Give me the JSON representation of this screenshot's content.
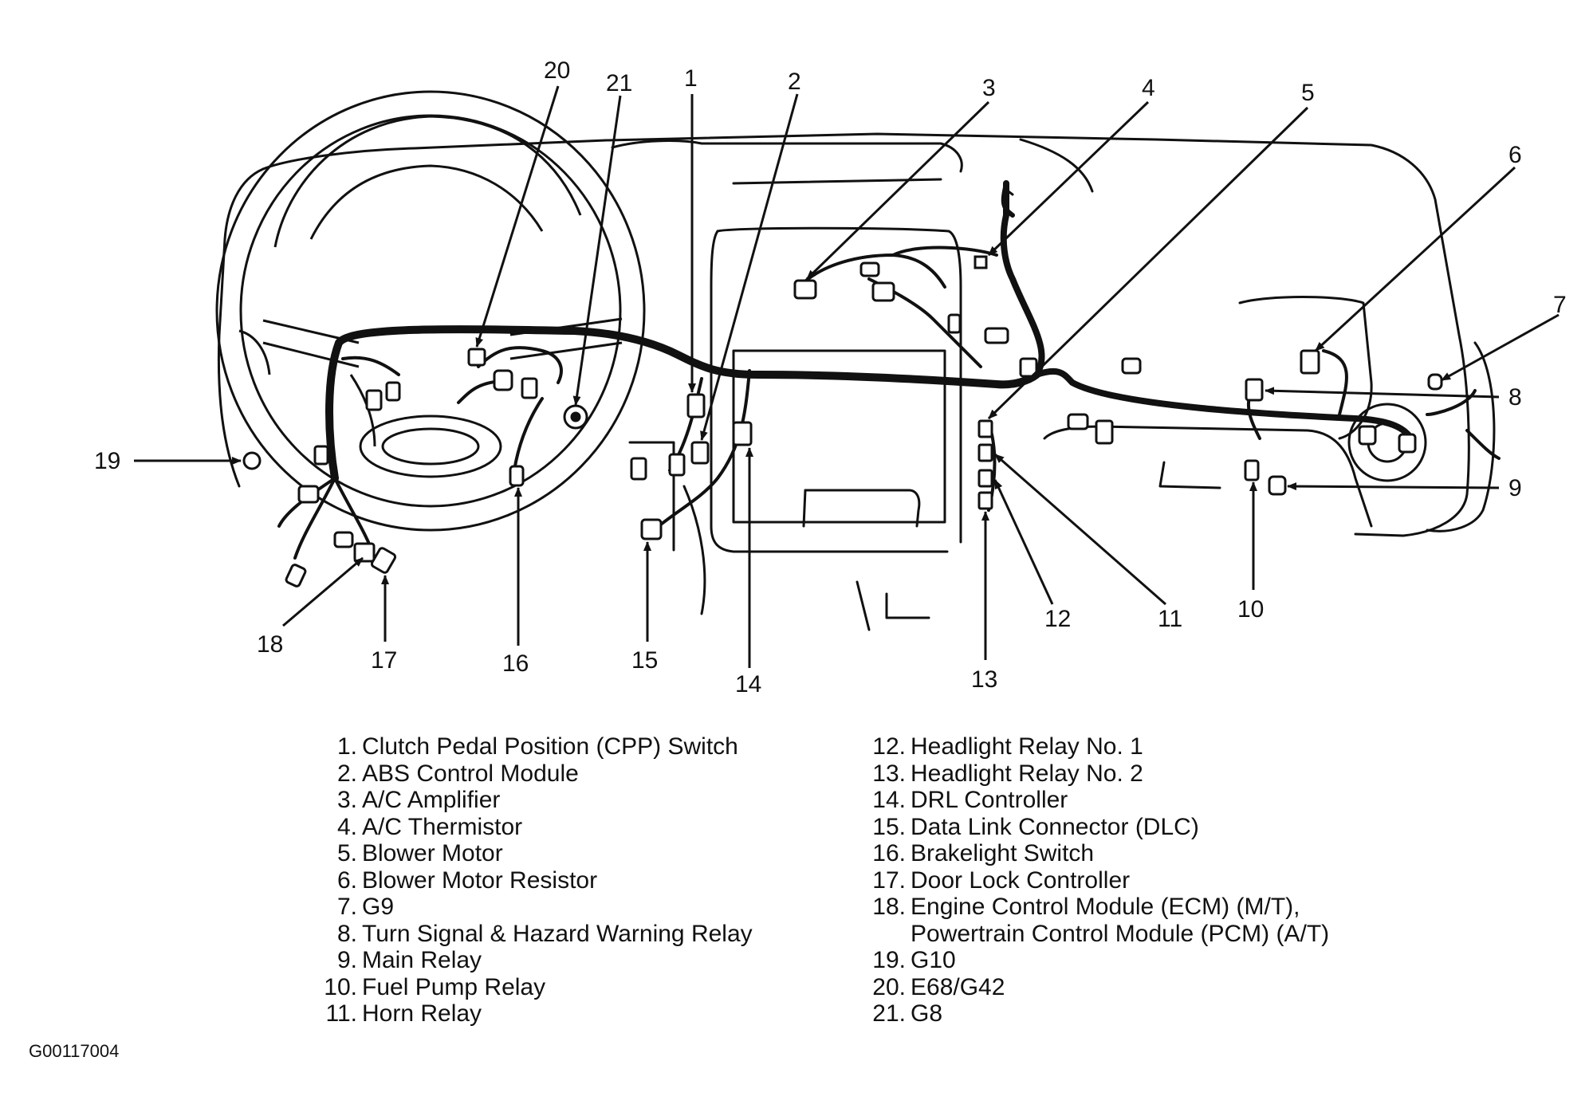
{
  "figure_id": "G00117004",
  "legend": [
    {
      "num": "1.",
      "text": "Clutch Pedal Position (CPP) Switch"
    },
    {
      "num": "2.",
      "text": "ABS Control Module"
    },
    {
      "num": "3.",
      "text": "A/C Amplifier"
    },
    {
      "num": "4.",
      "text": "A/C Thermistor"
    },
    {
      "num": "5.",
      "text": "Blower Motor"
    },
    {
      "num": "6.",
      "text": "Blower Motor Resistor"
    },
    {
      "num": "7.",
      "text": "G9"
    },
    {
      "num": "8.",
      "text": "Turn Signal & Hazard Warning Relay"
    },
    {
      "num": "9.",
      "text": "Main Relay"
    },
    {
      "num": "10.",
      "text": "Fuel Pump Relay"
    },
    {
      "num": "11.",
      "text": "Horn Relay"
    },
    {
      "num": "12.",
      "text": "Headlight Relay No. 1"
    },
    {
      "num": "13.",
      "text": "Headlight Relay No. 2"
    },
    {
      "num": "14.",
      "text": "DRL Controller"
    },
    {
      "num": "15.",
      "text": "Data Link Connector (DLC)"
    },
    {
      "num": "16.",
      "text": "Brakelight Switch"
    },
    {
      "num": "17.",
      "text": "Door Lock Controller"
    },
    {
      "num": "18.",
      "text": "Engine Control Module (ECM) (M/T),"
    },
    {
      "num": "",
      "text": "Powertrain Control Module (PCM) (A/T)"
    },
    {
      "num": "19.",
      "text": "G10"
    },
    {
      "num": "20.",
      "text": "E68/G42"
    },
    {
      "num": "21.",
      "text": "G8"
    }
  ],
  "callouts": [
    "1",
    "2",
    "3",
    "4",
    "5",
    "6",
    "7",
    "8",
    "9",
    "10",
    "11",
    "12",
    "13",
    "14",
    "15",
    "16",
    "17",
    "18",
    "19",
    "20",
    "21"
  ],
  "line_color": "#111111",
  "background_color": "#ffffff"
}
